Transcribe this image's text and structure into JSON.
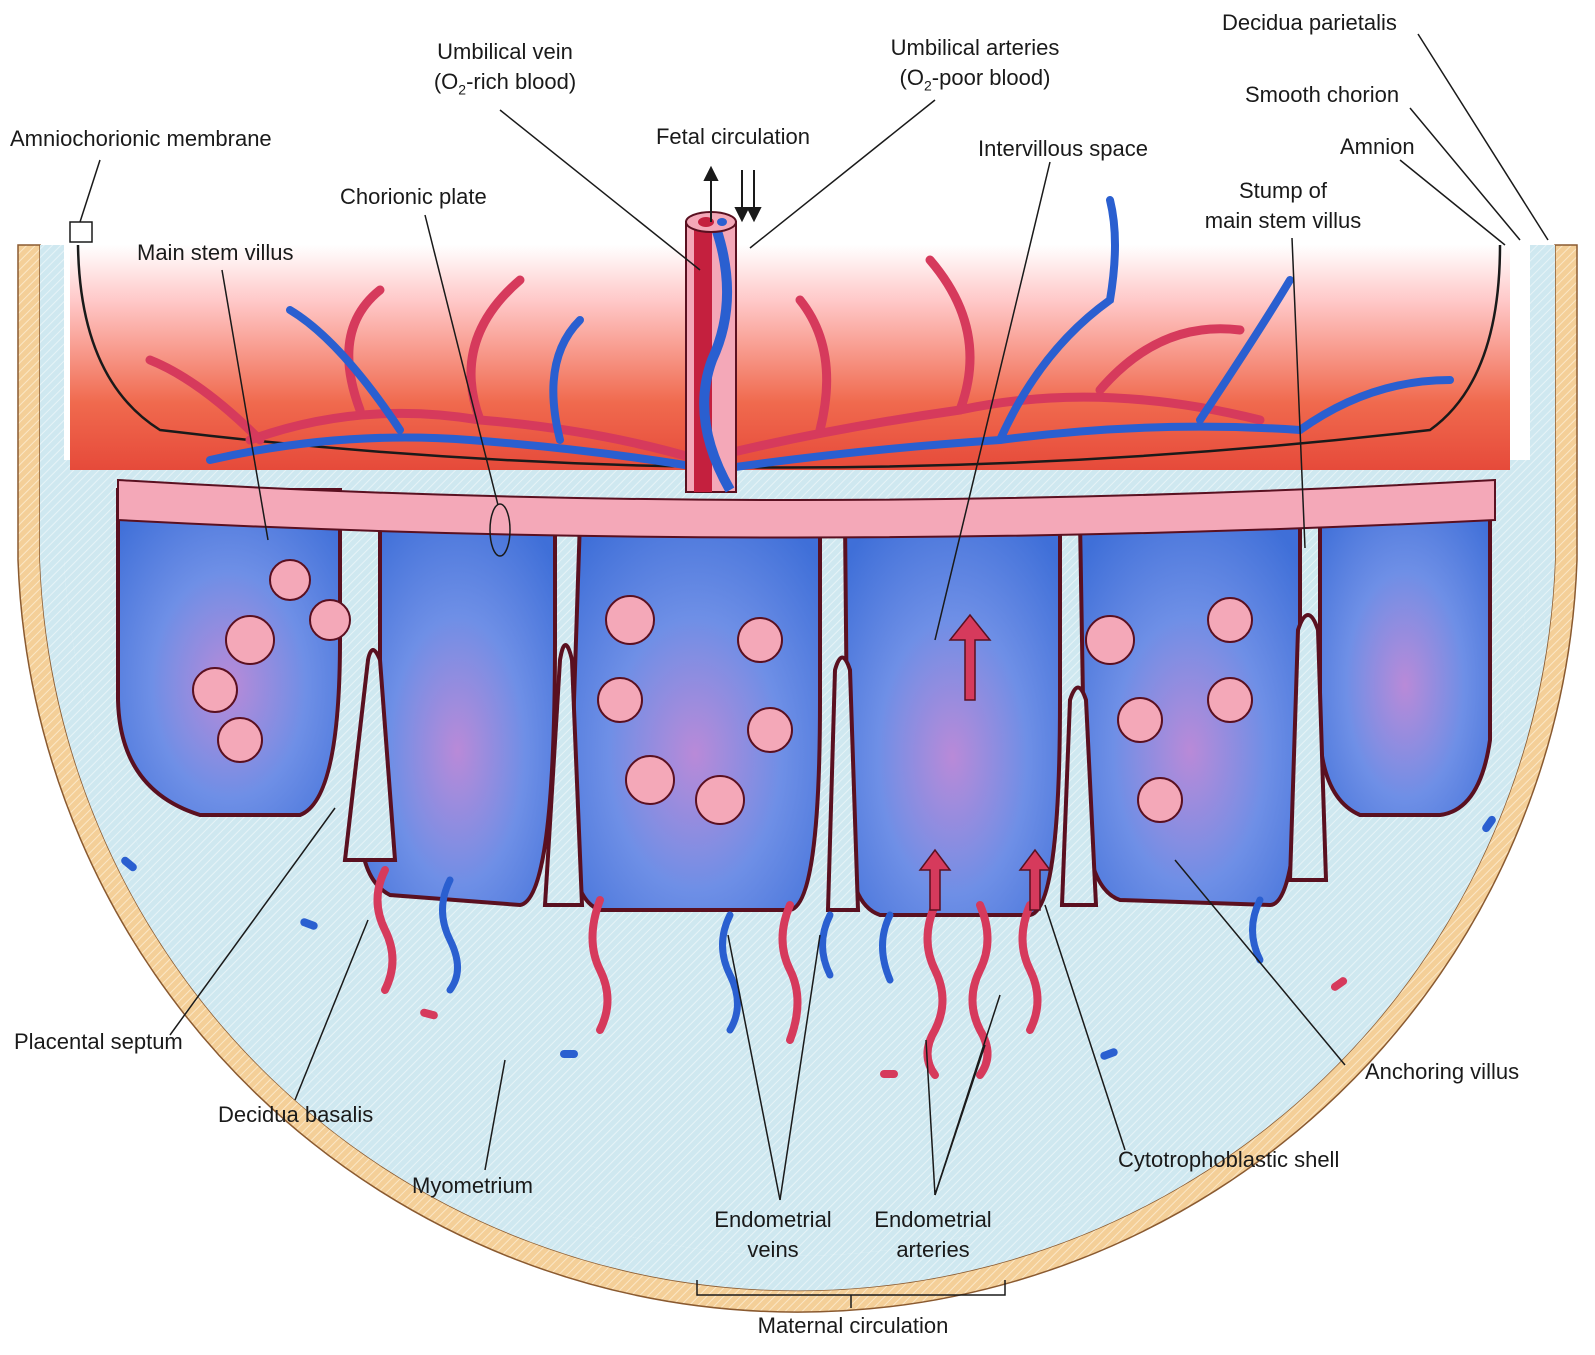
{
  "labels": {
    "umbilical_vein": "Umbilical vein",
    "umbilical_vein_note_pre": "(O",
    "umbilical_vein_note_sub": "2",
    "umbilical_vein_note_post": "-rich blood)",
    "umbilical_arteries": "Umbilical arteries",
    "umbilical_arteries_note_pre": "(O",
    "umbilical_arteries_note_sub": "2",
    "umbilical_arteries_note_post": "-poor blood)",
    "decidua_parietalis": "Decidua parietalis",
    "smooth_chorion": "Smooth chorion",
    "amnion": "Amnion",
    "amniochorionic_membrane": "Amniochorionic membrane",
    "fetal_circulation": "Fetal circulation",
    "intervillous_space": "Intervillous space",
    "chorionic_plate": "Chorionic plate",
    "stump_line1": "Stump of",
    "stump_line2": "main stem villus",
    "main_stem_villus": "Main stem villus",
    "placental_septum": "Placental septum",
    "decidua_basalis": "Decidua basalis",
    "myometrium": "Myometrium",
    "anchoring_villus": "Anchoring villus",
    "cytotrophoblastic_shell": "Cytotrophoblastic shell",
    "endometrial_veins_line1": "Endometrial",
    "endometrial_veins_line2": "veins",
    "endometrial_arteries_line1": "Endometrial",
    "endometrial_arteries_line2": "arteries",
    "maternal_circulation": "Maternal circulation"
  },
  "colors": {
    "arterial_red": "#d63a5c",
    "venous_blue": "#2a5fd0",
    "intervillous_blue": "#5b86e0",
    "decidua_light_blue": "#cfe8f0",
    "myometrium_tan": "#f2c98a",
    "chorion_pink": "#f4a8b8",
    "placenta_gradient_top": "#ffd6d6",
    "placenta_gradient_bottom": "#e8503c",
    "outline": "#5a1020"
  }
}
